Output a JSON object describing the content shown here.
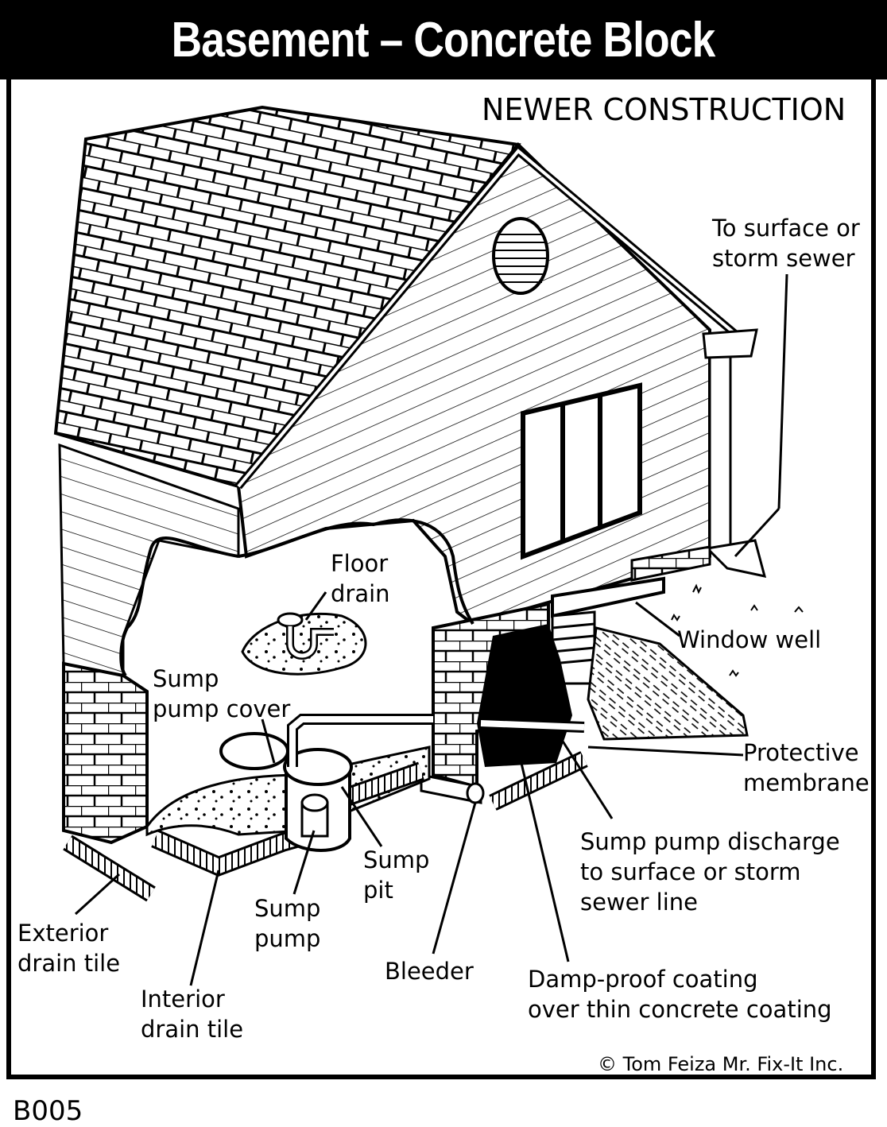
{
  "title": "Basement – Concrete Block",
  "subtitle": "NEWER CONSTRUCTION",
  "labels": {
    "surface": [
      "To surface or",
      "storm sewer"
    ],
    "floor_drain": [
      "Floor",
      "drain"
    ],
    "window_well": "Window well",
    "sump_cover": [
      "Sump",
      "pump cover"
    ],
    "membrane": [
      "Protective",
      "membrane"
    ],
    "discharge": [
      "Sump pump discharge",
      "to surface or storm",
      "sewer line"
    ],
    "sump_pit": [
      "Sump",
      "pit"
    ],
    "sump_pump": [
      "Sump",
      "pump"
    ],
    "exterior_tile": [
      "Exterior",
      "drain tile"
    ],
    "interior_tile": [
      "Interior",
      "drain tile"
    ],
    "bleeder": "Bleeder",
    "coating": [
      "Damp-proof coating",
      "over thin concrete coating"
    ]
  },
  "copyright": "© Tom Feiza Mr. Fix-It Inc.",
  "code": "B005"
}
